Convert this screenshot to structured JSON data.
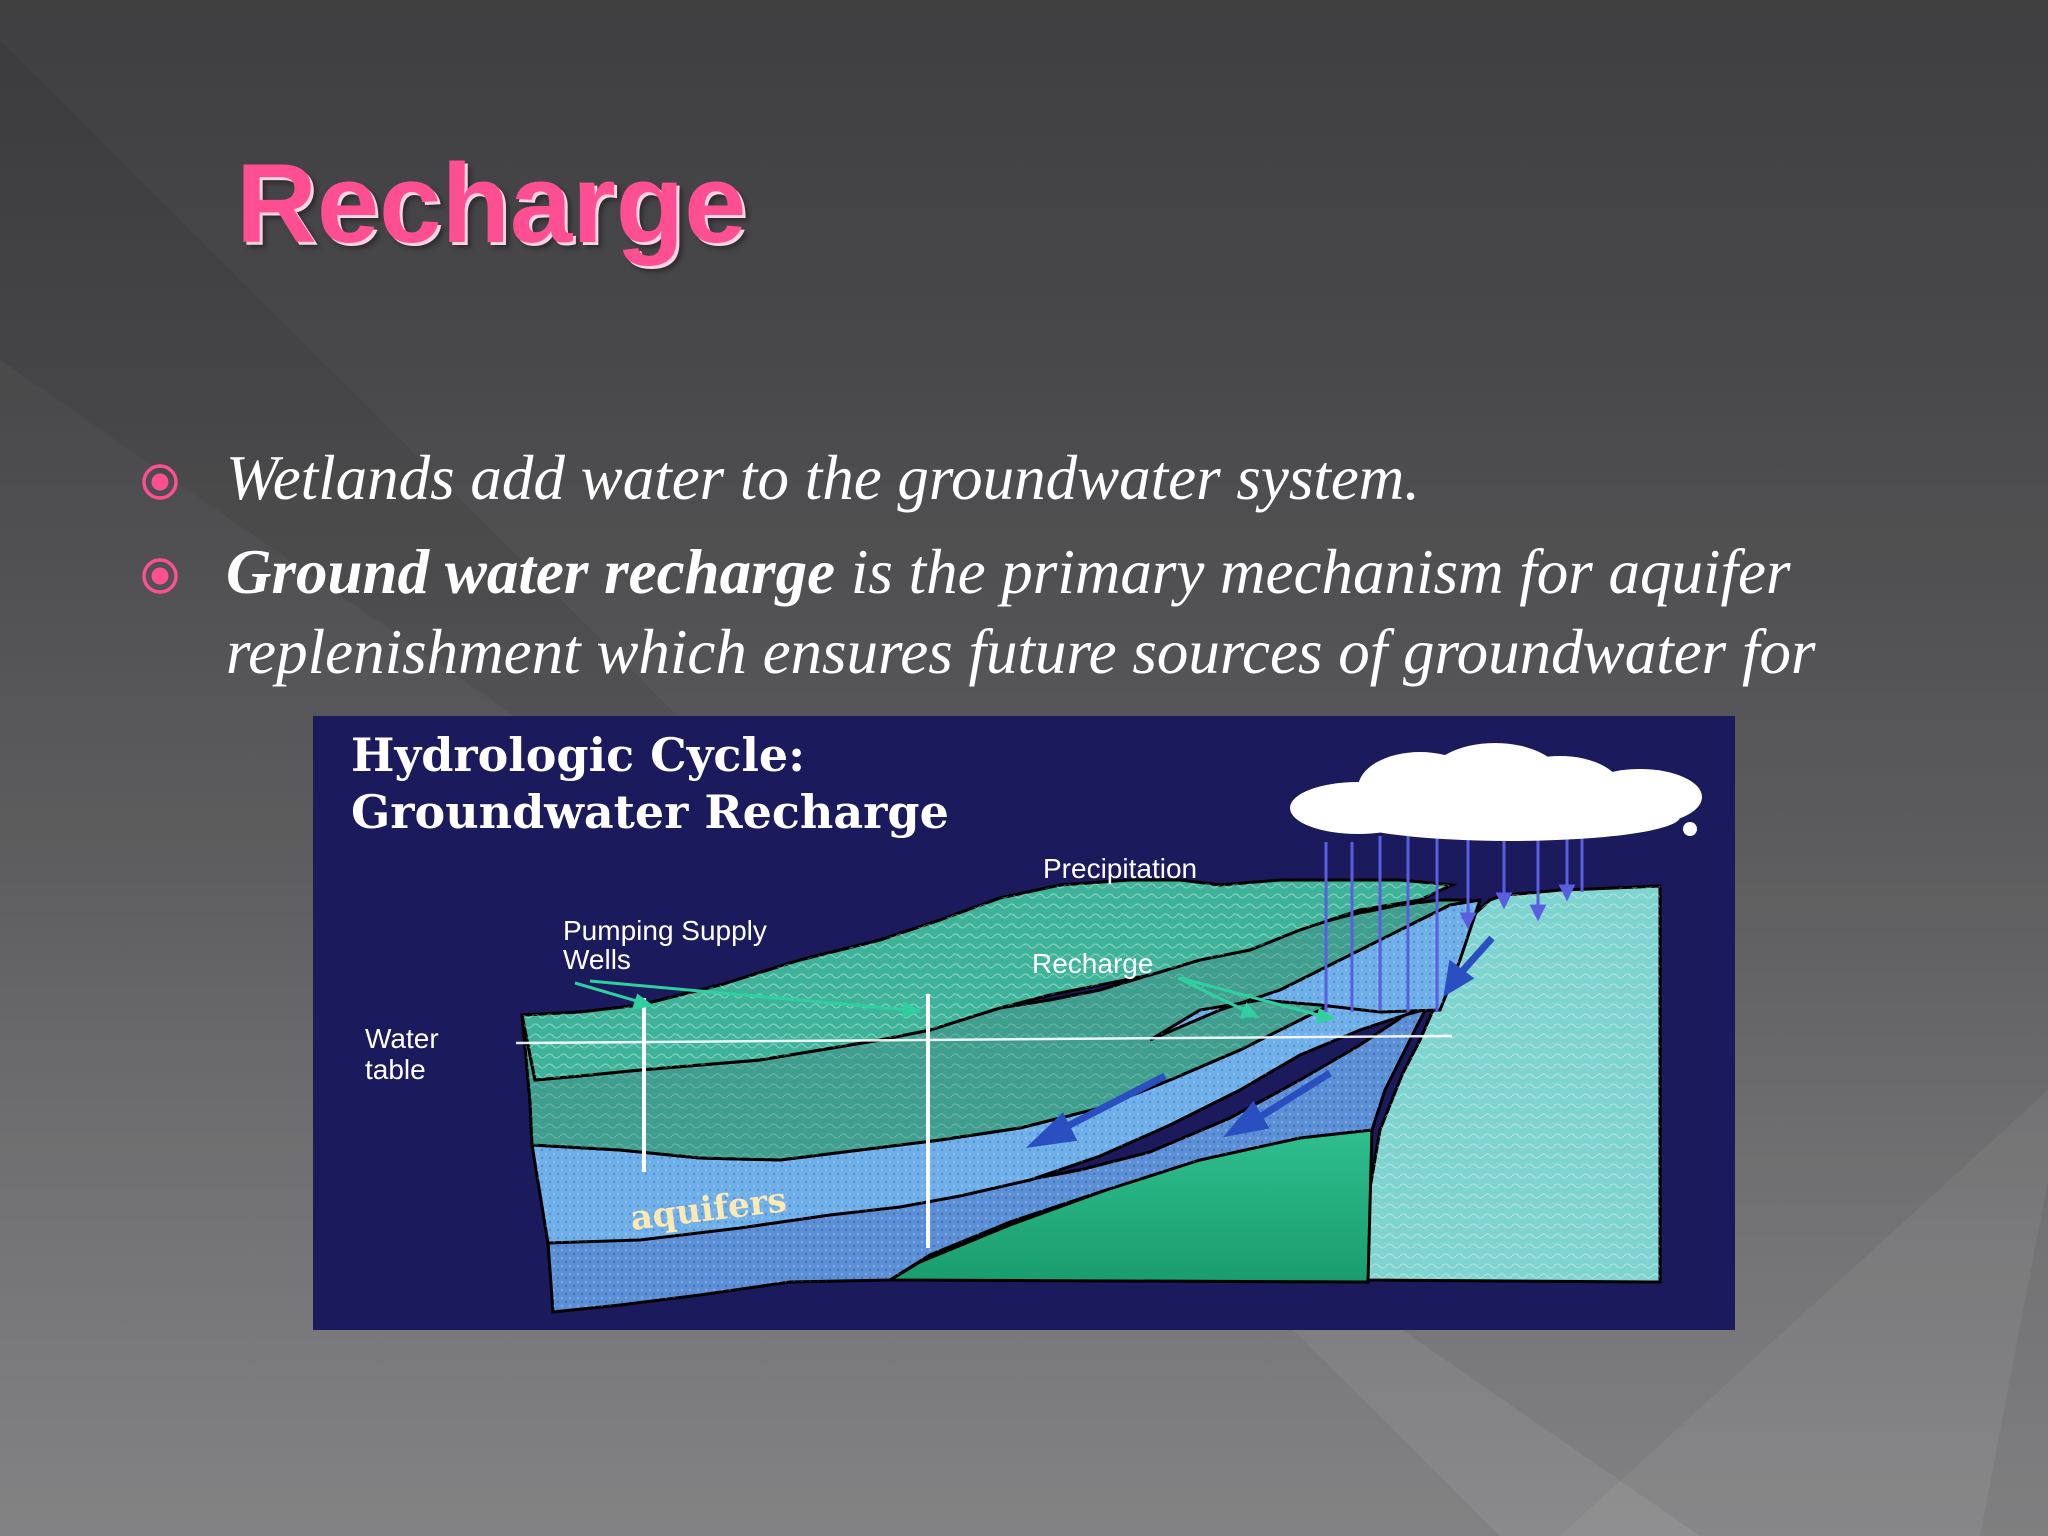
{
  "slide": {
    "title": "Recharge",
    "title_color": "#ff4f93",
    "bullet_icon": "circle-dot-icon",
    "bullet_color": "#ff4f93",
    "bullets": [
      {
        "text": "Wetlands add water to the groundwater system."
      },
      {
        "bold": "Ground water recharge",
        "text": " is the primary mechanism for aquifer replenishment which ensures future sources of groundwater for"
      }
    ]
  },
  "diagram": {
    "title_line1": "Hydrologic Cycle:",
    "title_line2": "Groundwater Recharge",
    "labels": {
      "precipitation": "Precipitation",
      "pumping_supply_wells": [
        "Pumping Supply",
        "Wells"
      ],
      "recharge": "Recharge",
      "water_table": [
        "Water",
        "table"
      ],
      "aquifers": "aquifers"
    },
    "background_color": "#1a1a5c",
    "icons": [
      "cloud-icon",
      "rain-arrows-icon",
      "flow-arrow-icon"
    ]
  }
}
